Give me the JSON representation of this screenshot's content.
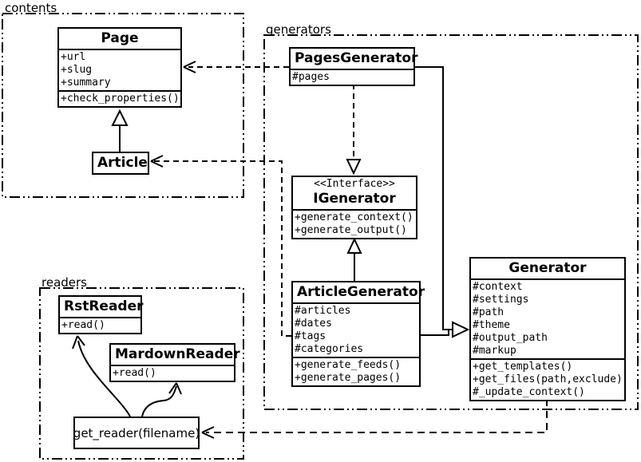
{
  "diagram": {
    "title": "Pelican class diagram",
    "colors": {
      "line": "#000000",
      "background": "#ffffff"
    }
  },
  "packages": {
    "contents": {
      "label": "contents"
    },
    "generators": {
      "label": "generators"
    },
    "readers": {
      "label": "readers"
    }
  },
  "classes": {
    "page": {
      "name": "Page",
      "attrs": [
        "+url",
        "+slug",
        "+summary"
      ],
      "methods": [
        "+check_properties()"
      ]
    },
    "article": {
      "name": "Article"
    },
    "pages_generator": {
      "name": "PagesGenerator",
      "attrs": [
        "#pages"
      ]
    },
    "igenerator": {
      "stereotype": "<<Interface>>",
      "name": "IGenerator",
      "methods": [
        "+generate_context()",
        "+generate_output()"
      ]
    },
    "article_generator": {
      "name": "ArticleGenerator",
      "attrs": [
        "#articles",
        "#dates",
        "#tags",
        "#categories"
      ],
      "methods": [
        "+generate_feeds()",
        "+generate_pages()"
      ]
    },
    "generator": {
      "name": "Generator",
      "attrs": [
        "#context",
        "#settings",
        "#path",
        "#theme",
        "#output_path",
        "#markup"
      ],
      "methods": [
        "+get_templates()",
        "+get_files(path,exclude)",
        "#_update_context()"
      ]
    },
    "rst_reader": {
      "name": "RstReader",
      "methods": [
        "+read()"
      ]
    },
    "mardown_reader": {
      "name": "MardownReader",
      "methods": [
        "+read()"
      ]
    },
    "get_reader": {
      "name": "get_reader(filename)"
    }
  },
  "edges": [
    {
      "from": "Article",
      "to": "Page",
      "type": "generalization"
    },
    {
      "from": "PagesGenerator",
      "to": "Page",
      "type": "dependency"
    },
    {
      "from": "ArticleGenerator",
      "to": "Article",
      "type": "dependency"
    },
    {
      "from": "PagesGenerator",
      "to": "IGenerator",
      "type": "realization"
    },
    {
      "from": "ArticleGenerator",
      "to": "IGenerator",
      "type": "generalization"
    },
    {
      "from": "PagesGenerator",
      "to": "Generator",
      "type": "generalization"
    },
    {
      "from": "ArticleGenerator",
      "to": "Generator",
      "type": "generalization"
    },
    {
      "from": "Generator",
      "to": "get_reader(filename)",
      "type": "dependency"
    },
    {
      "from": "get_reader(filename)",
      "to": "RstReader",
      "type": "arrow"
    },
    {
      "from": "get_reader(filename)",
      "to": "MardownReader",
      "type": "arrow"
    }
  ]
}
